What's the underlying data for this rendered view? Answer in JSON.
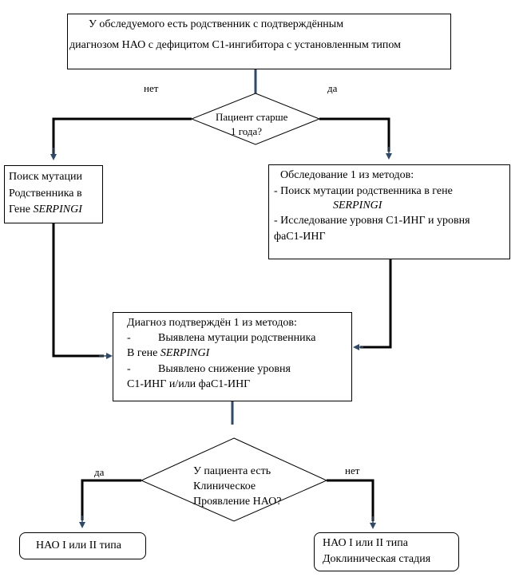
{
  "top_box": {
    "line1": "У обследуемого есть родственник с подтверждённым",
    "line2": "диагнозом НАО с дефицитом С1-ингибитора с установленным типом"
  },
  "label_no_1": "нет",
  "label_yes_1": "да",
  "diamond1": {
    "line1": "Пациент старше",
    "line2": "1 года?"
  },
  "left_box": {
    "line1": "Поиск мутации",
    "line2": "Родственника в",
    "line3_prefix": "Гене ",
    "line3_italic": "SERPINGI"
  },
  "right_box": {
    "line1": "Обследование 1 из методов:",
    "line2": "- Поиск мутации родственника в гене",
    "line3_italic": "SERPINGI",
    "line4": "- Исследование уровня С1-ИНГ и уровня",
    "line5": "фаС1-ИНГ"
  },
  "mid_box": {
    "line1": "Диагноз подтверждён 1 из методов:",
    "line2_dash": "-",
    "line2": "Выявлена мутации родственника",
    "line3_prefix": "В гене ",
    "line3_italic": "SERPINGI",
    "line4_dash": "-",
    "line4": "Выявлено снижение уровня",
    "line5": "С1-ИНГ и/или фаС1-ИНГ"
  },
  "label_yes_2": "да",
  "label_no_2": "нет",
  "diamond2": {
    "line1": "У пациента есть",
    "line2": "Клиническое",
    "line3": "Проявление НАО?"
  },
  "bottom_left_box": {
    "line1": "НАО I или II типа"
  },
  "bottom_right_box": {
    "line1": "НАО I или II типа",
    "line2": "Доклиническая стадия"
  }
}
